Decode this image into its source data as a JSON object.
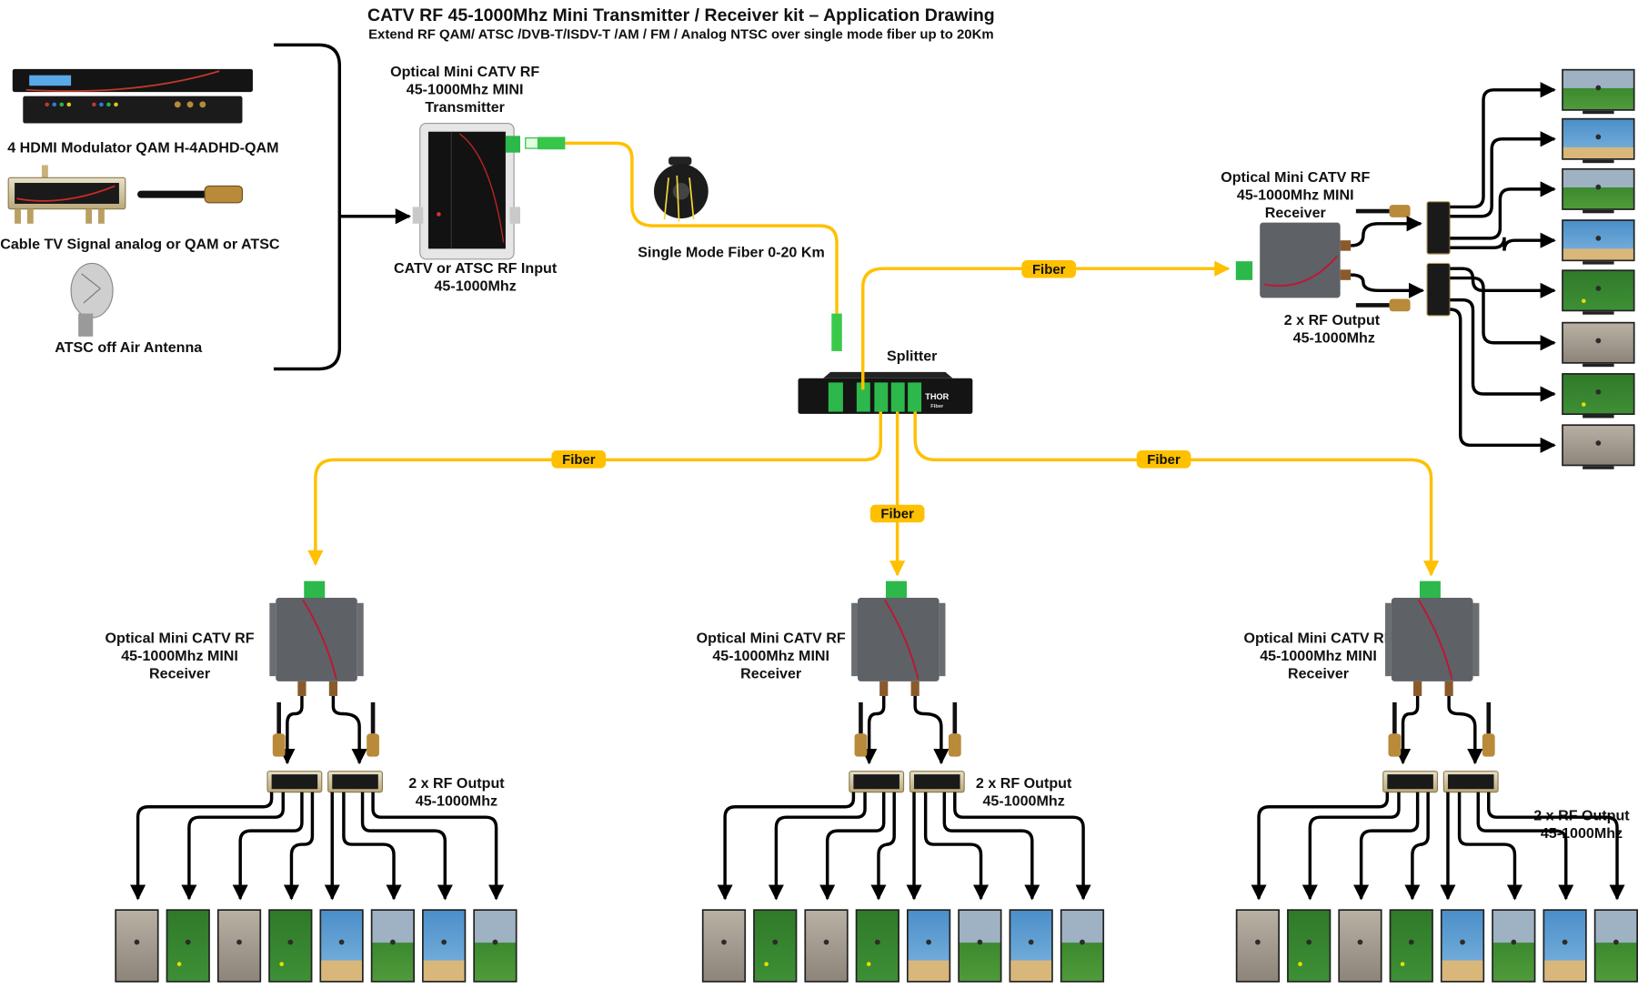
{
  "header": {
    "title": "CATV RF 45-1000Mhz Mini Transmitter / Receiver kit – Application Drawing",
    "subtitle": "Extend RF QAM/ ATSC /DVB-T/ISDV-T /AM / FM / Analog NTSC over single mode fiber up to 20Km"
  },
  "sources": {
    "items": [
      {
        "label": "4 HDMI Modulator QAM H-4ADHD-QAM",
        "icon": "rack-modulator-icon"
      },
      {
        "label": "Cable TV Signal analog or QAM or ATSC",
        "icon": "rf-splitter-coax-icon"
      },
      {
        "label": "ATSC off Air Antenna",
        "icon": "antenna-dish-icon"
      }
    ]
  },
  "transmitter": {
    "title_lines": [
      "Optical Mini CATV RF",
      "45-1000Mhz MINI",
      "Transmitter"
    ],
    "input_lines": [
      "CATV or ATSC RF Input",
      "45-1000Mhz"
    ]
  },
  "fiber_link": {
    "label": "Single Mode Fiber 0-20 Km"
  },
  "splitter": {
    "label": "Splitter",
    "ports": 4,
    "brand": "THOR",
    "brand_sub": "Fiber"
  },
  "fiber_badges": [
    "Fiber",
    "Fiber",
    "Fiber",
    "Fiber"
  ],
  "receivers": [
    {
      "title_lines": [
        "Optical Mini CATV RF",
        "45-1000Mhz MINI",
        "Receiver"
      ],
      "output_lines": [
        "2 x RF Output",
        "45-1000Mhz"
      ],
      "tv_count": 8
    },
    {
      "title_lines": [
        "Optical Mini CATV RF",
        "45-1000Mhz MINI",
        "Receiver"
      ],
      "output_lines": [
        "2 x RF Output",
        "45-1000Mhz"
      ],
      "tv_count": 8
    },
    {
      "title_lines": [
        "Optical Mini CATV RF",
        "45-1000Mhz MINI",
        "Receiver"
      ],
      "output_lines": [
        "2 x RF Output",
        "45-1000Mhz"
      ],
      "tv_count": 8
    },
    {
      "title_lines": [
        "Optical Mini CATV RF",
        "45-1000Mhz MINI",
        "Receiver"
      ],
      "output_lines": [
        "2 x RF Output",
        "45-1000Mhz"
      ],
      "tv_count": 8
    }
  ],
  "colors": {
    "fiber": "#FFC000",
    "connector_green": "#2DB84B",
    "device_gray": "#5E6166",
    "brand_red": "#C8102E"
  }
}
